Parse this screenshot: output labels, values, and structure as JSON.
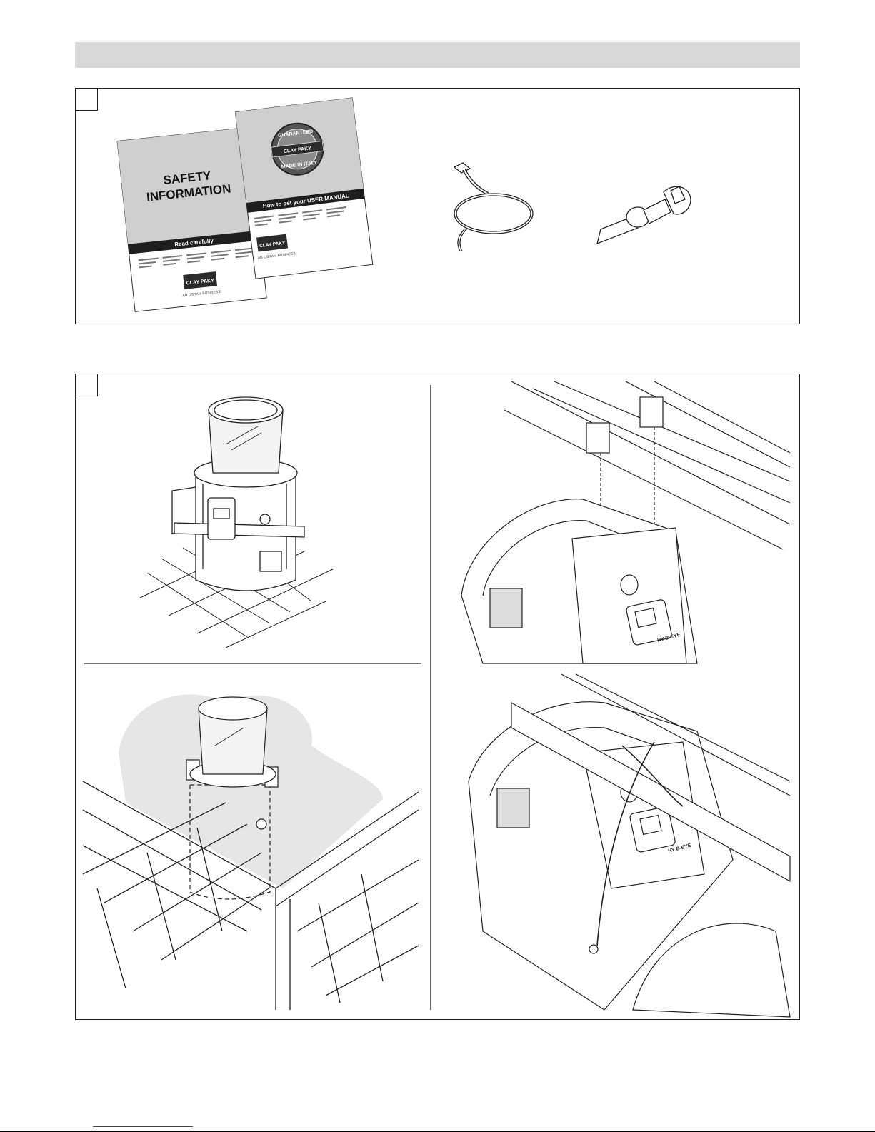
{
  "booklet_safety": {
    "title_line1": "SAFETY",
    "title_line2": "INFORMATION",
    "band_text": "Read carefully",
    "logo_text": "CLAY PAKY",
    "footer_text": "AN OSRAM BUSINESS"
  },
  "booklet_manual": {
    "seal_top": "GUARANTEED",
    "seal_middle": "CLAY PAKY",
    "seal_bottom": "MADE IN ITALY",
    "band_text": "How to get your USER MANUAL",
    "logo_text": "CLAY PAKY",
    "footer_text": "AN OSRAM BUSINESS"
  },
  "fixture_label": "HY B-EYE"
}
